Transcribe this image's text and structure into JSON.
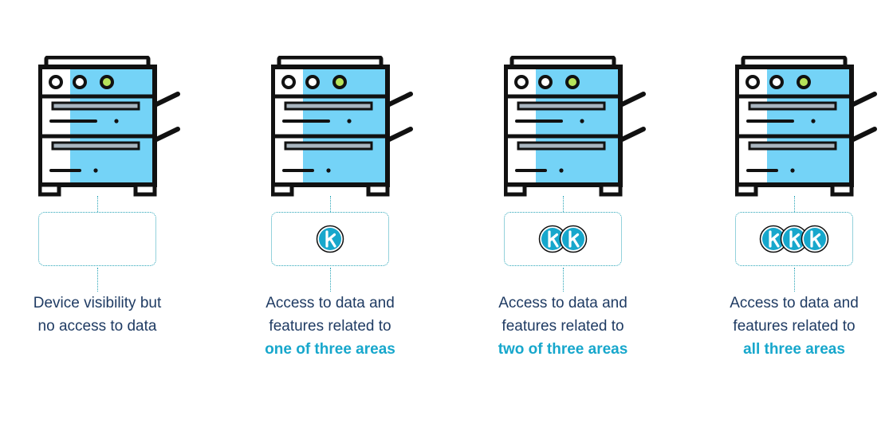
{
  "colors": {
    "accent": "#17a7cc",
    "caption_text": "#1f3b63",
    "printer_fill": "#74d3f7",
    "outline": "#111111",
    "connector": "#2aa5b8"
  },
  "icons": [
    "printer-icon",
    "kofax-k-icon"
  ],
  "devices": [
    {
      "badge_count": 0,
      "caption_lines": [
        "Device visibility but",
        "no access to data"
      ],
      "highlight": ""
    },
    {
      "badge_count": 1,
      "caption_lines": [
        "Access to data and",
        "features related to"
      ],
      "highlight": "one of three areas"
    },
    {
      "badge_count": 2,
      "caption_lines": [
        "Access to data and",
        "features related to"
      ],
      "highlight": "two of three areas"
    },
    {
      "badge_count": 3,
      "caption_lines": [
        "Access to data and",
        "features related to"
      ],
      "highlight": "all three areas"
    }
  ]
}
